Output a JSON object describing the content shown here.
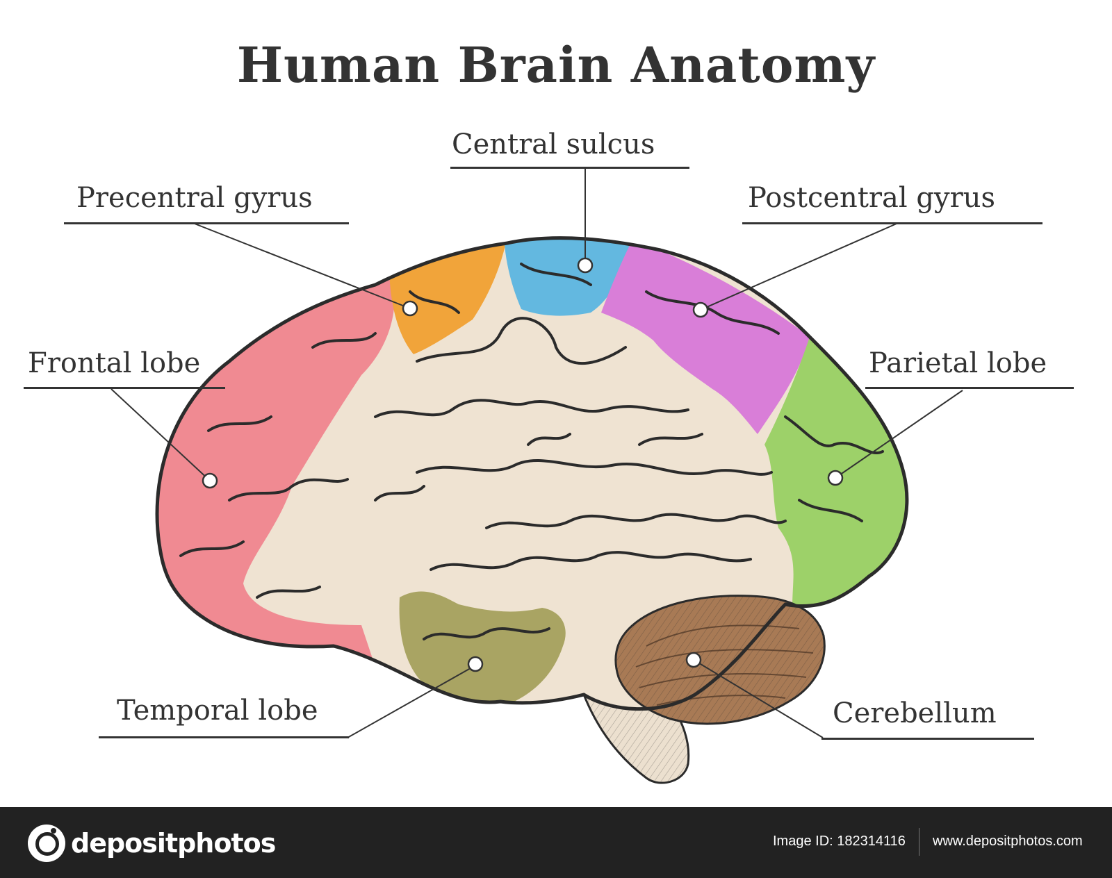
{
  "diagram": {
    "title": "Human Brain Anatomy",
    "colors": {
      "outline": "#2b2b2b",
      "base": "#efe3d2",
      "frontal_lobe": "#f08a92",
      "precentral_gyrus": "#f1a43a",
      "central_sulcus": "#63b8e0",
      "postcentral_gyrus": "#d97ed8",
      "parietal_lobe": "#9dd169",
      "temporal_lobe": "#a9a463",
      "cerebellum": "#a87a55",
      "brainstem": "#ece0cf"
    },
    "labels": [
      {
        "id": "central-sulcus",
        "text": "Central sulcus"
      },
      {
        "id": "precentral-gyrus",
        "text": "Precentral gyrus"
      },
      {
        "id": "postcentral-gyrus",
        "text": "Postcentral gyrus"
      },
      {
        "id": "frontal-lobe",
        "text": "Frontal lobe"
      },
      {
        "id": "parietal-lobe",
        "text": "Parietal lobe"
      },
      {
        "id": "temporal-lobe",
        "text": "Temporal lobe"
      },
      {
        "id": "cerebellum",
        "text": "Cerebellum"
      }
    ]
  },
  "footer": {
    "logo_text": "depositphotos",
    "image_id": "Image ID: 182314116",
    "site": "www.depositphotos.com",
    "logo_icon": "camera-lens-icon"
  }
}
